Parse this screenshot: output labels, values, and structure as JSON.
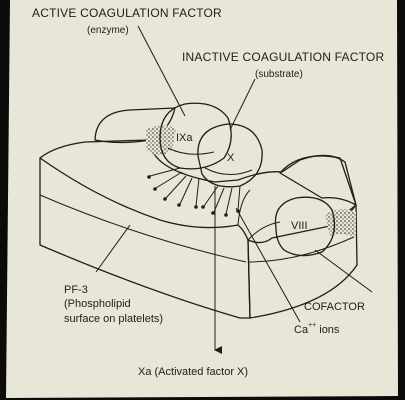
{
  "labels": {
    "active_factor": "ACTIVE COAGULATION FACTOR",
    "active_sub": "(enzyme)",
    "inactive_factor": "INACTIVE COAGULATION FACTOR",
    "inactive_sub": "(substrate)",
    "ixa": "IXa",
    "x": "X",
    "viii": "VIII",
    "pf3": "PF-3",
    "pf3_line2": "(Phospholipid",
    "pf3_line3": "surface on platelets)",
    "cofactor": "COFACTOR",
    "calcium": "Ca",
    "calcium_charge": "++",
    "calcium_suffix": "ions",
    "product": "Xa (Activated factor X)"
  },
  "colors": {
    "slide_border": "#0b0b0b",
    "paper": "#e8e6d6",
    "ink": "#1e1e1a"
  }
}
